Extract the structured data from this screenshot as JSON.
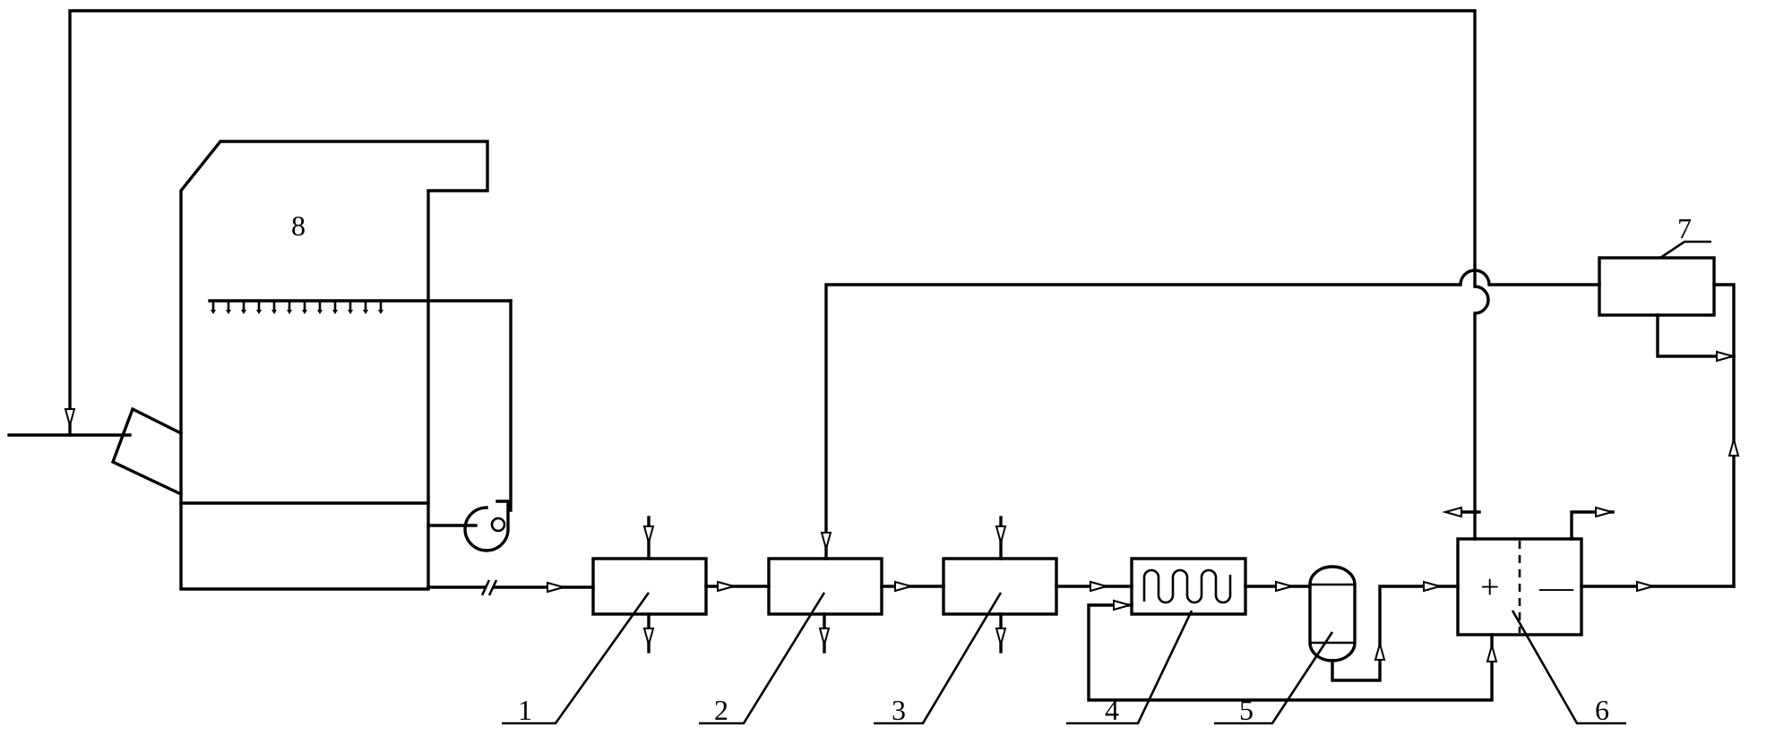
{
  "labels": {
    "unit1": "1",
    "unit2": "2",
    "unit3": "3",
    "unit4": "4",
    "unit5": "5",
    "unit6": "6",
    "unit7": "7",
    "unit8": "8",
    "anode": "+",
    "cathode": "—"
  },
  "icons": {
    "arrow": "open-triangle-arrow",
    "fan": "centrifugal-fan-icon",
    "coil": "serpentine-coil-icon",
    "spray": "spray-nozzle-icon"
  }
}
